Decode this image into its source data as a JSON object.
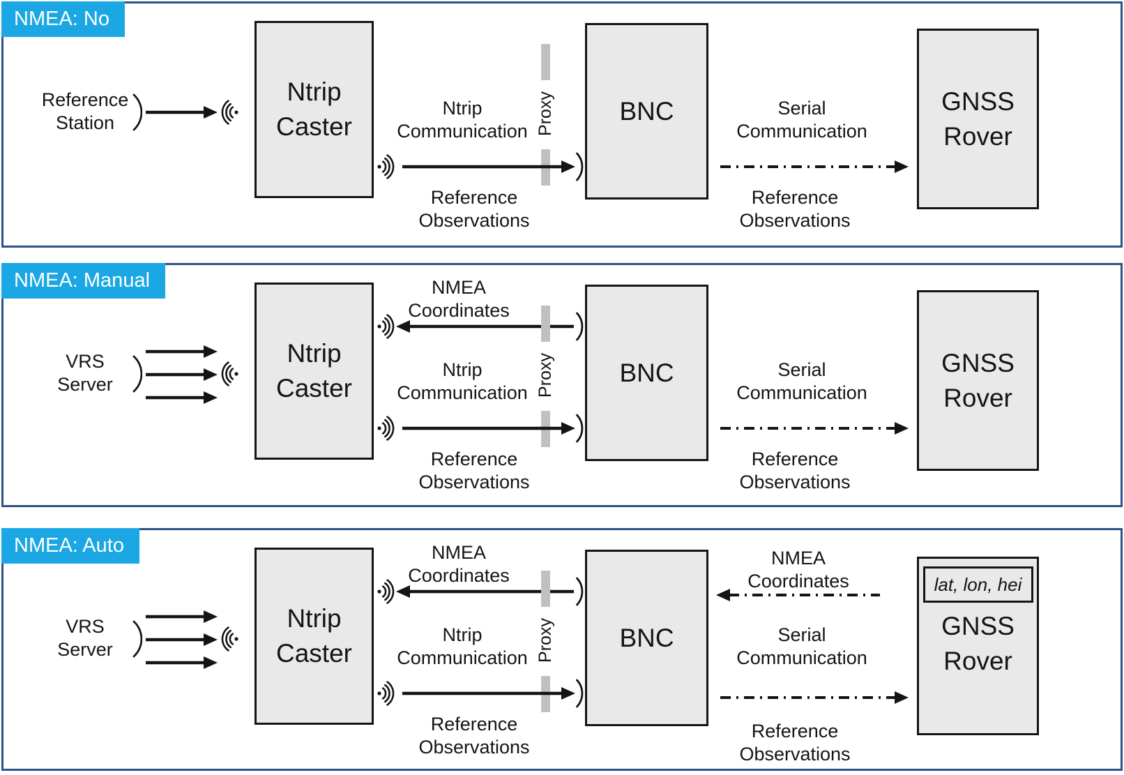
{
  "colors": {
    "panel_border": "#2F5286",
    "tag_background": "#1AA7E3",
    "tag_text": "#FFFFFF",
    "box_fill": "#E9E9E9",
    "box_border": "#141414",
    "proxy_bar": "#C0C0C0",
    "arrow": "#141414"
  },
  "panels": [
    {
      "tag": "NMEA: No",
      "source": [
        "Reference",
        "Station"
      ],
      "caster": [
        "Ntrip",
        "Caster"
      ],
      "bnc_label": "BNC",
      "rover": [
        "GNSS",
        "Rover"
      ],
      "proxy_label": "Proxy",
      "ntrip_link": [
        "Ntrip",
        "Communication"
      ],
      "ntrip_link_sub": [
        "Reference",
        "Observations"
      ],
      "serial_link": [
        "Serial",
        "Communication"
      ],
      "serial_link_sub": [
        "Reference",
        "Observations"
      ]
    },
    {
      "tag": "NMEA: Manual",
      "source": [
        "VRS",
        "Server"
      ],
      "nmea_link": [
        "NMEA",
        "Coordinates"
      ],
      "caster": [
        "Ntrip",
        "Caster"
      ],
      "bnc_label": "BNC",
      "rover": [
        "GNSS",
        "Rover"
      ],
      "proxy_label": "Proxy",
      "ntrip_link": [
        "Ntrip",
        "Communication"
      ],
      "ntrip_link_sub": [
        "Reference",
        "Observations"
      ],
      "serial_link": [
        "Serial",
        "Communication"
      ],
      "serial_link_sub": [
        "Reference",
        "Observations"
      ]
    },
    {
      "tag": "NMEA: Auto",
      "source": [
        "VRS",
        "Server"
      ],
      "nmea_link": [
        "NMEA",
        "Coordinates"
      ],
      "caster": [
        "Ntrip",
        "Caster"
      ],
      "bnc_label": "BNC",
      "rover": [
        "GNSS",
        "Rover"
      ],
      "rover_inset": "lat, lon, hei",
      "proxy_label": "Proxy",
      "ntrip_link": [
        "Ntrip",
        "Communication"
      ],
      "ntrip_link_sub": [
        "Reference",
        "Observations"
      ],
      "nmea_link_right": [
        "NMEA",
        "Coordinates"
      ],
      "serial_link": [
        "Serial",
        "Communication"
      ],
      "serial_link_sub": [
        "Reference",
        "Observations"
      ]
    }
  ]
}
